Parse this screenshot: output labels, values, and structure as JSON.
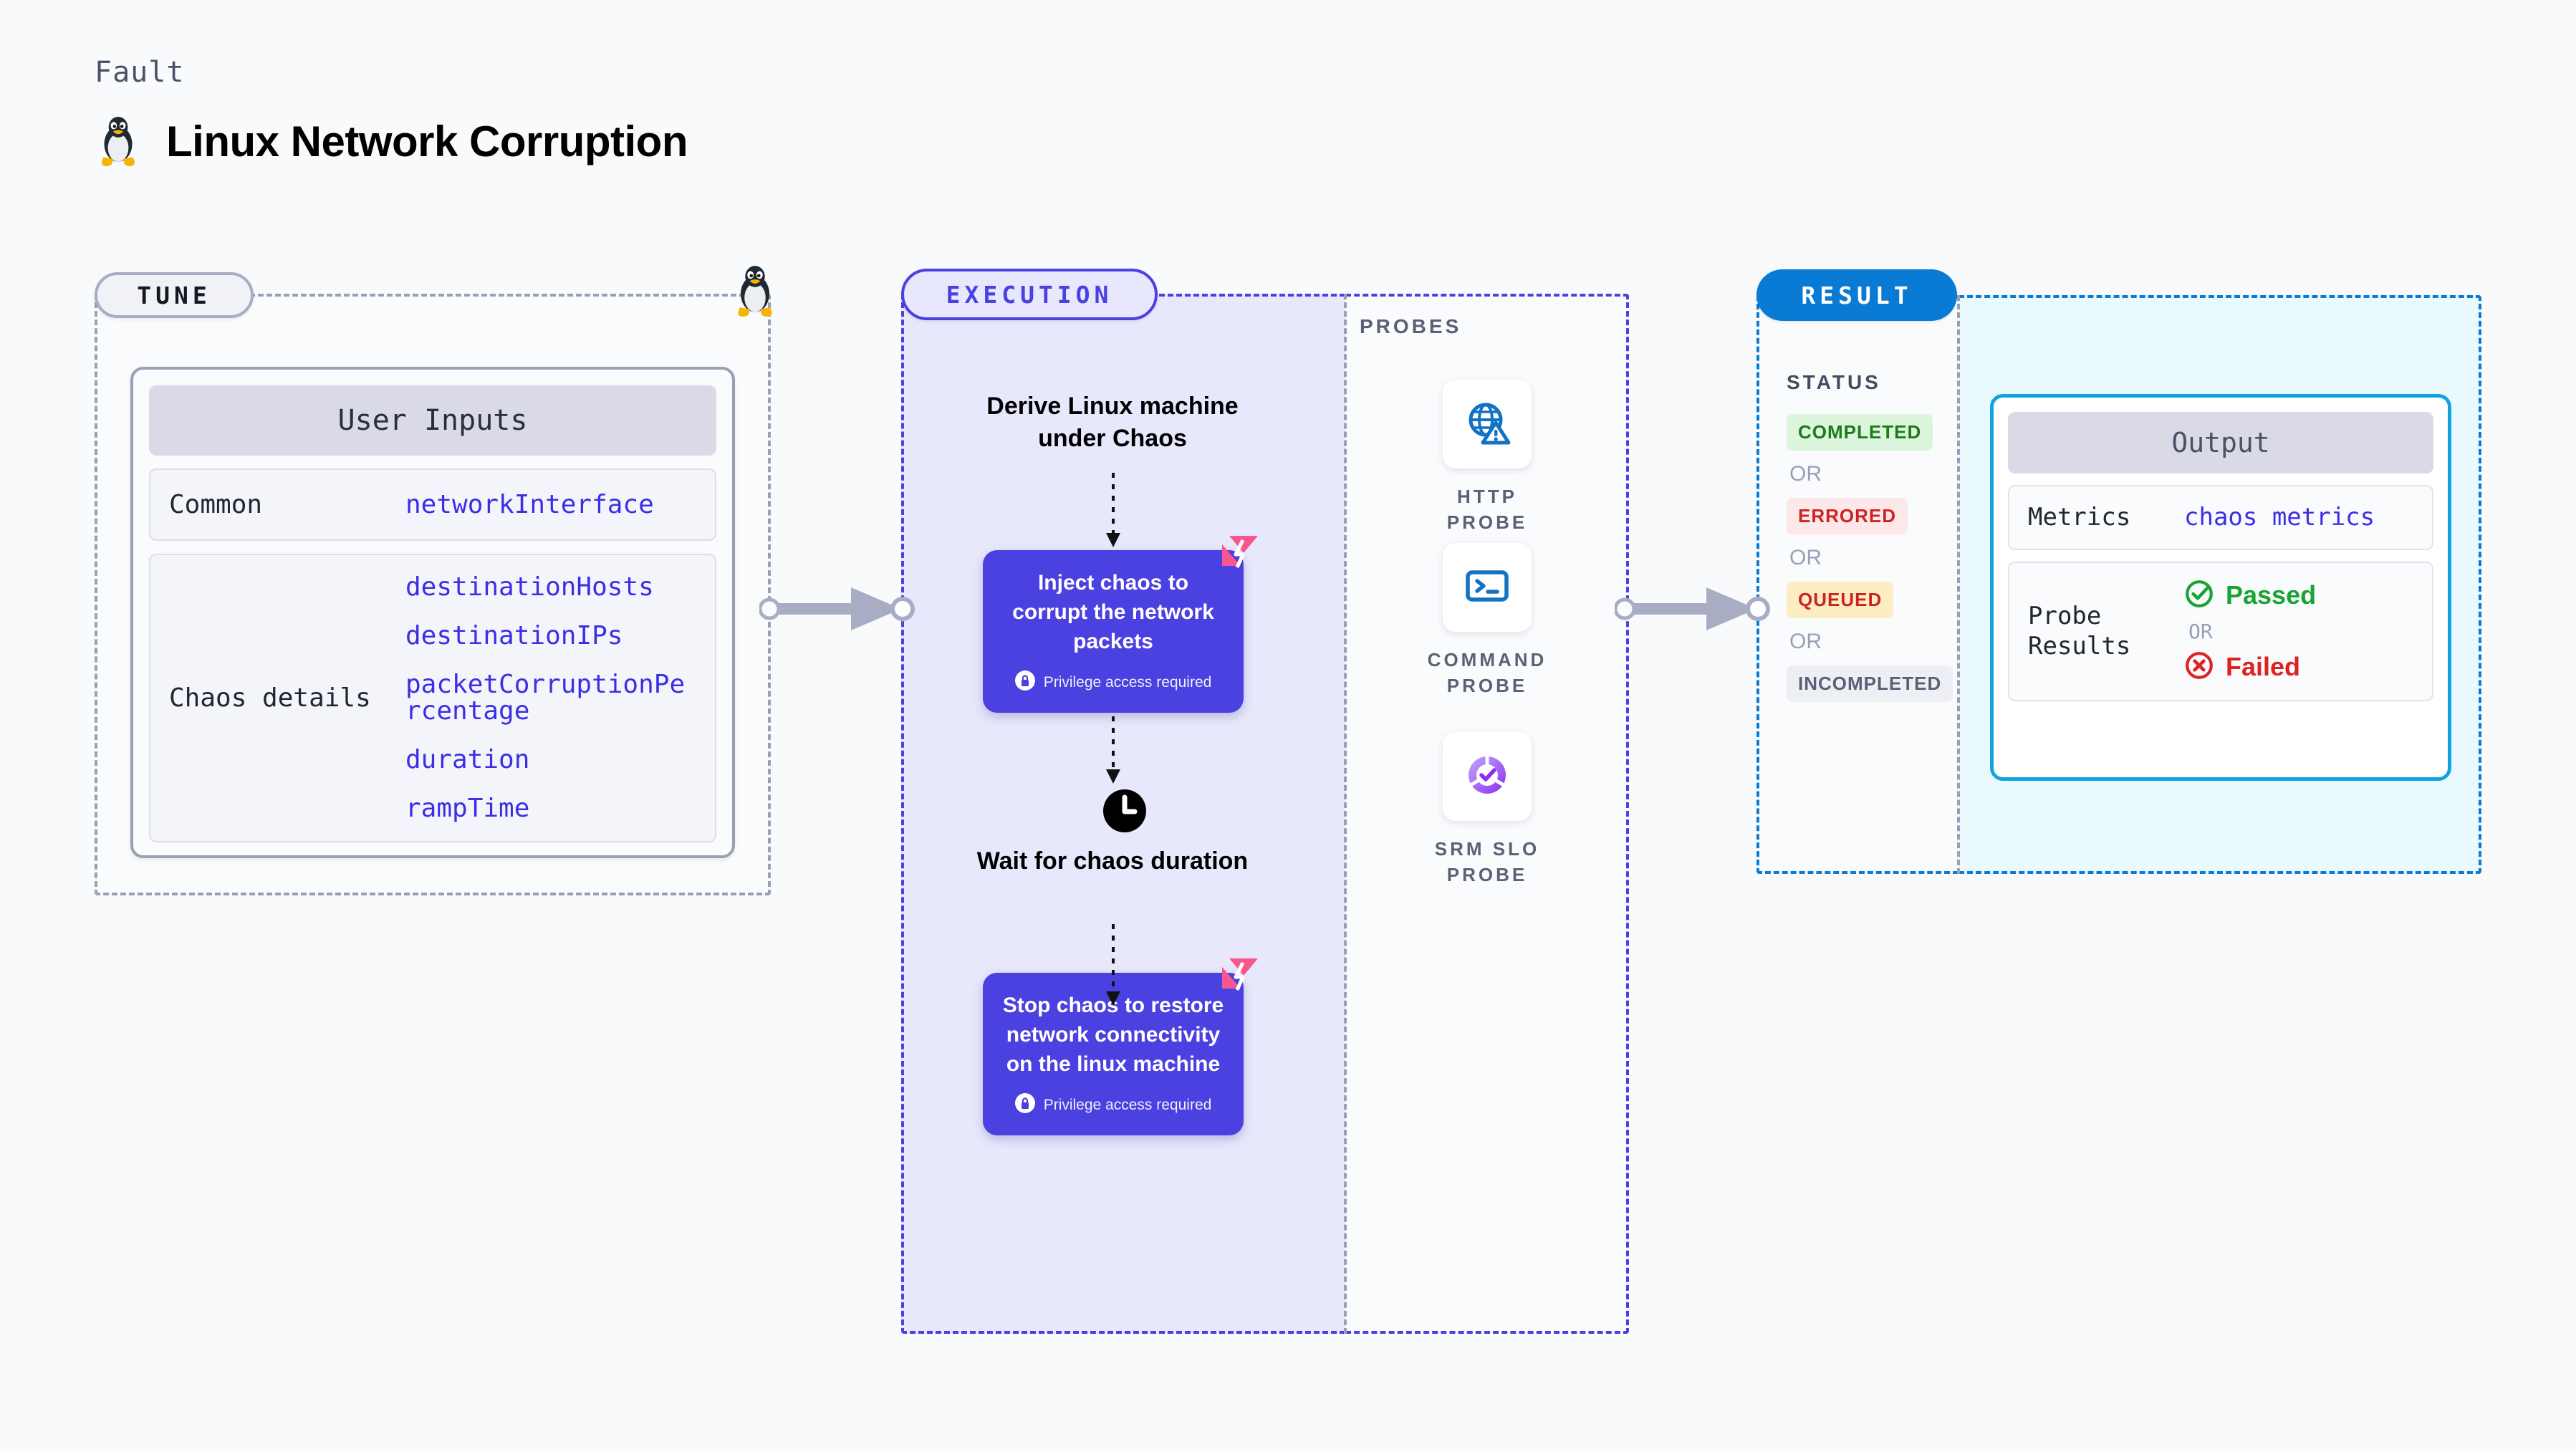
{
  "header": {
    "kicker": "Fault",
    "title": "Linux Network Corruption",
    "icon": "linux-tux-icon"
  },
  "tune": {
    "label": "TUNE",
    "edge_icon": "linux-tux-icon",
    "inputs_card": {
      "heading": "User Inputs",
      "rows": [
        {
          "key": "Common",
          "values": [
            "networkInterface"
          ]
        },
        {
          "key": "Chaos details",
          "values": [
            "destinationHosts",
            "destinationIPs",
            "packetCorruptionPercentage",
            "duration",
            "rampTime"
          ]
        }
      ]
    }
  },
  "execution": {
    "label": "EXECUTION",
    "steps": [
      {
        "type": "text",
        "text": "Derive Linux machine under Chaos"
      },
      {
        "type": "card",
        "title": "Inject chaos to corrupt the network packets",
        "privilege": "Privilege access required",
        "badge": "litmus-chaos-icon",
        "lock": "lock-icon"
      },
      {
        "type": "text",
        "icon": "clock-icon",
        "text": "Wait for chaos duration"
      },
      {
        "type": "card",
        "title": "Stop chaos to restore network connectivity on the linux machine",
        "privilege": "Privilege access required",
        "badge": "litmus-chaos-icon",
        "lock": "lock-icon"
      }
    ]
  },
  "probes": {
    "title": "PROBES",
    "items": [
      {
        "label": "HTTP PROBE",
        "icon": "globe-warning-icon"
      },
      {
        "label": "COMMAND PROBE",
        "icon": "terminal-icon"
      },
      {
        "label": "SRM SLO PROBE",
        "icon": "slo-donut-check-icon"
      }
    ]
  },
  "result": {
    "label": "RESULT",
    "status_title": "STATUS",
    "or_label": "OR",
    "statuses": [
      {
        "text": "COMPLETED",
        "bg": "#dcf5dc",
        "fg": "#1a7d1a"
      },
      {
        "text": "ERRORED",
        "bg": "#fce8e8",
        "fg": "#cc2222"
      },
      {
        "text": "QUEUED",
        "bg": "#fcedc2",
        "fg": "#cc2222"
      },
      {
        "text": "INCOMPLETED",
        "bg": "#eeeff5",
        "fg": "#5a6175"
      }
    ],
    "output": {
      "heading": "Output",
      "metrics_key": "Metrics",
      "metrics_value": "chaos metrics",
      "probe_results_key": "Probe Results",
      "passed": "Passed",
      "failed": "Failed",
      "or_label": "OR",
      "pass_icon": "check-circle-icon",
      "fail_icon": "x-circle-icon"
    }
  },
  "connectors": {
    "tune_to_execution": "arrow-right",
    "probes_to_result": "arrow-right"
  },
  "colors": {
    "background": "#f8fafc",
    "execution_accent": "#4b40e0",
    "execution_fill": "#e7e8fb",
    "result_accent": "#0a7bd4",
    "output_fill": "#e9f9fe",
    "tune_accent": "#9aa0b4",
    "param_text": "#3b2fe6",
    "litmus_pink": "#f8568f"
  }
}
